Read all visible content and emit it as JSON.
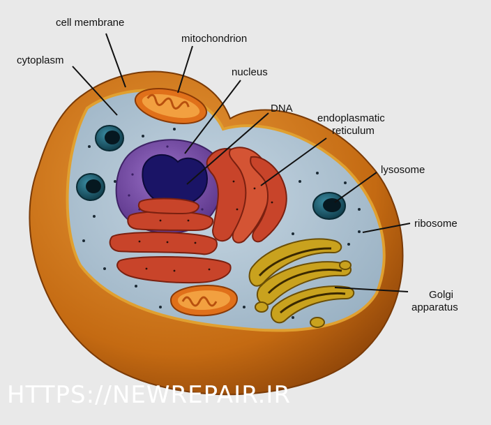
{
  "labels": {
    "cell_membrane": "cell membrane",
    "mitochondrion": "mitochondrion",
    "cytoplasm": "cytoplasm",
    "nucleus": "nucleus",
    "dna": "DNA",
    "er_line1": "endoplasmatic",
    "er_line2": "reticulum",
    "lysosome": "lysosome",
    "ribosome": "ribosome",
    "golgi_line1": "Golgi",
    "golgi_line2": "apparatus"
  },
  "watermark": "HTTPS://NEWREPAIR.IR",
  "colors": {
    "background": "#e9e9e9",
    "membrane_outer": "#c46a12",
    "membrane_rim": "#e0a030",
    "cytoplasm": "#a9bfcf",
    "nucleus_outer": "#7a4fa8",
    "nucleolus": "#1a1466",
    "er": "#c8442a",
    "golgi": "#c9a21e",
    "mitochondrion": "#e0701a",
    "lysosome": "#134a58"
  }
}
